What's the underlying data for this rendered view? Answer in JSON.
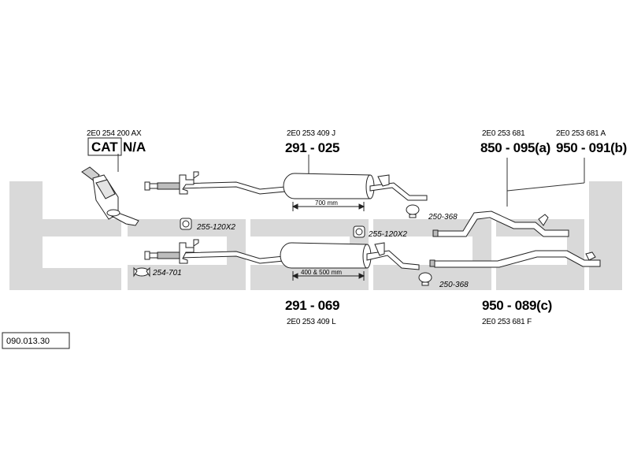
{
  "watermark": "bosal",
  "reference": "090.013.30",
  "catalytic": {
    "cat_label": "CAT",
    "cat_value": "N/A",
    "oem": "2E0 254 200 AX"
  },
  "parts": {
    "front_upper": {
      "number": "291 - 025",
      "oem": "2E0 253 409 J",
      "dimension": "700 mm"
    },
    "front_lower": {
      "number": "291 - 069",
      "oem": "2E0 253 409 L",
      "dimension": "400 & 500 mm"
    },
    "rear_a": {
      "number": "850 - 095(a)",
      "oem": "2E0 253 681"
    },
    "rear_b": {
      "number": "950 - 091(b)",
      "oem": "2E0 253 681 A"
    },
    "rear_c": {
      "number": "950 - 089(c)",
      "oem": "2E0 253 681 F"
    }
  },
  "accessories": {
    "clamp_upper_left": "255-120X2",
    "clamp_upper_mid": "255-120X2",
    "gasket": "254-701",
    "clamp_upper_right": "250-368",
    "clamp_lower_right": "250-368"
  },
  "colors": {
    "line": "#222222",
    "watermark": "#d7d7d7"
  }
}
